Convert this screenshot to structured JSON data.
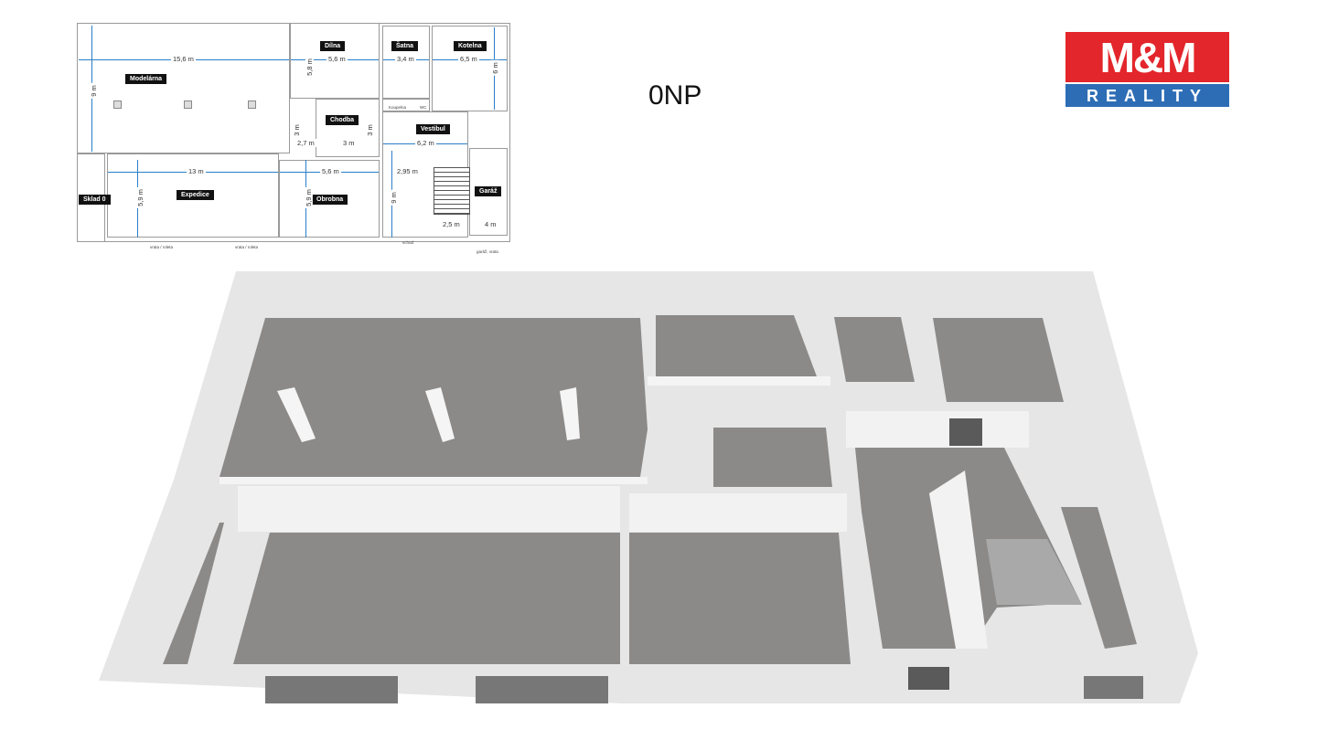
{
  "title": "0NP",
  "logo": {
    "top": "M&M",
    "bottom": "REALITY",
    "colors": {
      "red": "#e3262b",
      "blue": "#2d6db5"
    }
  },
  "rooms": {
    "modelarna": "Modelárna",
    "dilna": "Dílna",
    "satna": "Šatna",
    "kotelna": "Kotelna",
    "chodba": "Chodba",
    "vestibul": "Vestibul",
    "sklad": "Sklad 0",
    "expedice": "Expedice",
    "obrobna": "Obrobna",
    "garaz": "Garáž",
    "koupelna": "Koupelna",
    "wc": "WC"
  },
  "dimensions": {
    "modelarna_w": "15,6 m",
    "modelarna_h": "9 m",
    "dilna_h": "5,8 m",
    "dilna_w": "5,6 m",
    "satna_w": "3,4 m",
    "kotelna_w": "6,5 m",
    "kotelna_h": "6 m",
    "chodba_h1": "3 m",
    "chodba_w1": "2,7 m",
    "chodba_w2": "3 m",
    "chodba_h2": "3 m",
    "vestibul_w": "6,2 m",
    "expedice_w": "13 m",
    "expedice_h": "5,9 m",
    "obrobna_w": "5,6 m",
    "obrobna_h": "5,9 m",
    "vestibul_w2": "2,95 m",
    "vestibul_h": "9 m",
    "stairs_w": "2,5 m",
    "garaz_w": "4 m"
  },
  "notes": {
    "gate1": "vrata / roleta",
    "gate2": "vrata / roleta",
    "entrance": "vchod",
    "garage_gate": "garáž, vrata"
  }
}
